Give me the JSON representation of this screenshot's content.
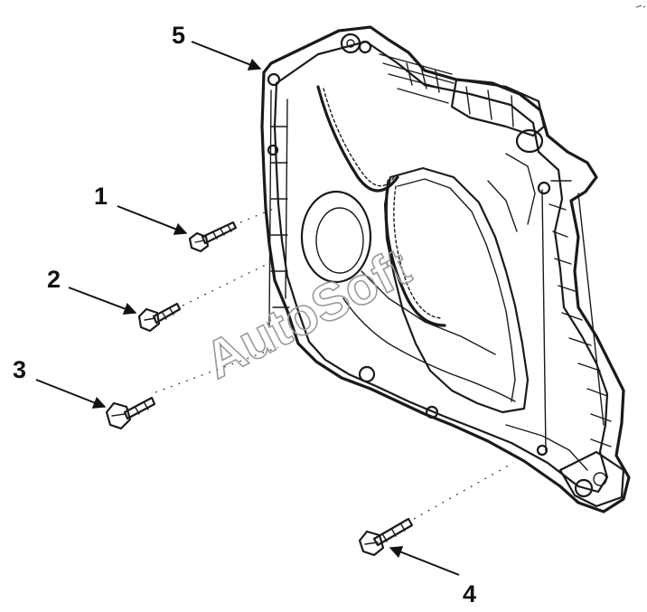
{
  "diagram": {
    "callouts": [
      {
        "id": "1",
        "label": "1"
      },
      {
        "id": "2",
        "label": "2"
      },
      {
        "id": "3",
        "label": "3"
      },
      {
        "id": "4",
        "label": "4"
      },
      {
        "id": "5",
        "label": "5"
      }
    ],
    "watermark": "AutoSoft",
    "ink_color": "#1a1a1a",
    "background_color": "#ffffff"
  }
}
